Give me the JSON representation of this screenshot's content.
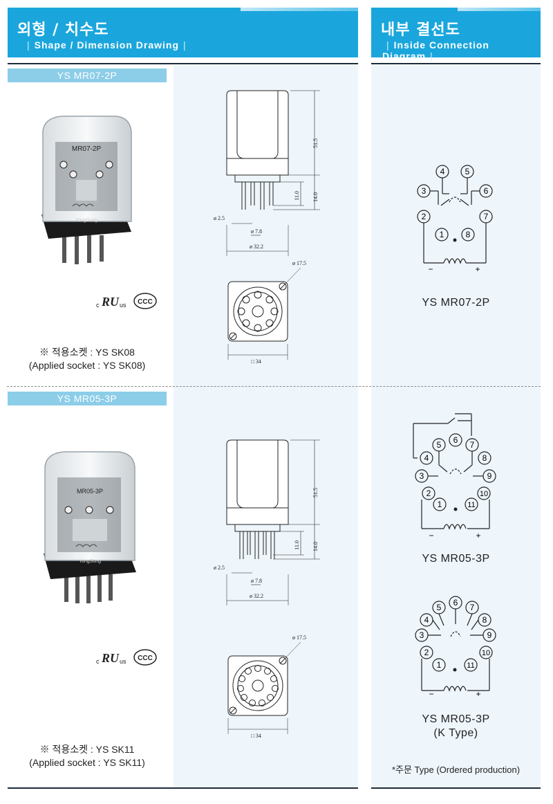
{
  "left_header": {
    "title_ko": "외형 / 치수도",
    "title_en": "Shape / Dimension Drawing"
  },
  "right_header": {
    "title_ko": "내부 결선도",
    "title_en": "Inside Connection Diagram"
  },
  "products": [
    {
      "model": "YS MR07-2P",
      "photo_label": "MR07-2P",
      "brand": "YongSung",
      "socket_ko": "※ 적용소켓 : YS SK08",
      "socket_en": "(Applied socket : YS SK08)",
      "dims": {
        "height": "51.5",
        "pin_a": "11.0",
        "pin_b": "14.0",
        "pin_d": "ø 2.5",
        "pin_pitch": "ø 7.8",
        "width": "ø 32.2",
        "circle": "ø 17.5",
        "square": "□ 34"
      },
      "diagram_caption": "YS MR07-2P",
      "terminals": [
        "1",
        "2",
        "3",
        "4",
        "5",
        "6",
        "7",
        "8"
      ]
    },
    {
      "model": "YS MR05-3P",
      "photo_label": "MR05-3P",
      "brand": "YongSung",
      "socket_ko": "※ 적용소켓 : YS SK11",
      "socket_en": "(Applied socket : YS SK11)",
      "dims": {
        "height": "51.5",
        "pin_a": "11.0",
        "pin_b": "14.0",
        "pin_d": "ø 2.5",
        "pin_pitch": "ø 7.8",
        "width": "ø 32.2",
        "circle": "ø 17.5",
        "square": "□ 34"
      },
      "diagram_caption": "YS MR05-3P",
      "terminals": [
        "1",
        "2",
        "3",
        "4",
        "5",
        "6",
        "7",
        "8",
        "9",
        "10",
        "11"
      ]
    }
  ],
  "k_type": {
    "caption": "YS MR05-3P",
    "subcaption": "(K Type)",
    "note": "*주문 Type (Ordered production)"
  },
  "cert": {
    "ul_c": "c",
    "ul_mark": "RU",
    "ul_us": "us",
    "ccc": "CCC"
  },
  "coil": {
    "minus": "−",
    "plus": "+"
  },
  "colors": {
    "header": "#1aa6dc",
    "model_bar": "#8ccde8",
    "panel": "#eef5fb"
  }
}
